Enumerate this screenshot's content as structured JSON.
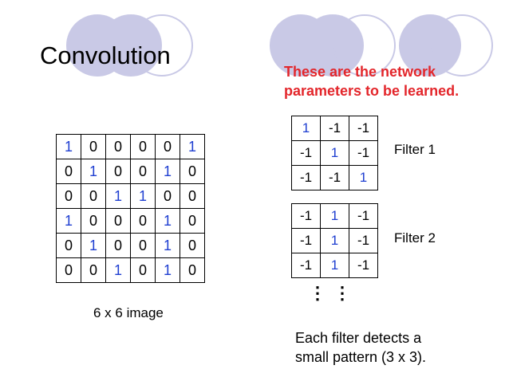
{
  "slide": {
    "title": "Convolution",
    "red_note_lines": [
      "These are the network",
      "parameters to be learned."
    ],
    "image_caption": "6 x 6 image",
    "bottom_note_lines": [
      "Each filter detects a",
      "small pattern (3 x 3)."
    ]
  },
  "image_grid": [
    [
      "1",
      "0",
      "0",
      "0",
      "0",
      "1"
    ],
    [
      "0",
      "1",
      "0",
      "0",
      "1",
      "0"
    ],
    [
      "0",
      "0",
      "1",
      "1",
      "0",
      "0"
    ],
    [
      "1",
      "0",
      "0",
      "0",
      "1",
      "0"
    ],
    [
      "0",
      "1",
      "0",
      "0",
      "1",
      "0"
    ],
    [
      "0",
      "0",
      "1",
      "0",
      "1",
      "0"
    ]
  ],
  "filters": [
    {
      "label": "Filter 1",
      "rows": [
        [
          "1",
          "-1",
          "-1"
        ],
        [
          "-1",
          "1",
          "-1"
        ],
        [
          "-1",
          "-1",
          "1"
        ]
      ]
    },
    {
      "label": "Filter 2",
      "rows": [
        [
          "-1",
          "1",
          "-1"
        ],
        [
          "-1",
          "1",
          "-1"
        ],
        [
          "-1",
          "1",
          "-1"
        ]
      ]
    }
  ],
  "vdots": [
    "⋮",
    "⋮"
  ],
  "colors": {
    "highlight": "#1f3fd1",
    "note_red": "#e3262b",
    "decor_circle": "#c9c9e6"
  }
}
